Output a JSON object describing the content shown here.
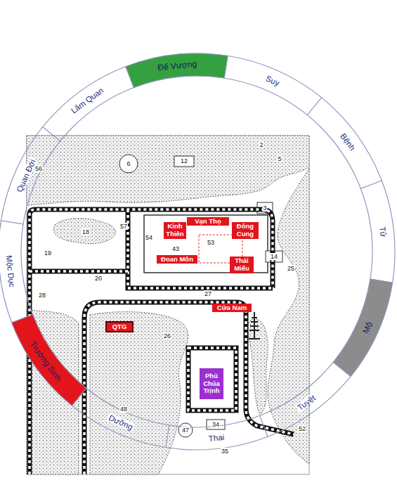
{
  "diagram": {
    "nodes": [
      {
        "text": [
          "Đế Vượng"
        ]
      },
      {
        "text": [
          "Kinh Thiên"
        ]
      },
      {
        "text": [
          "Vạn Thọ"
        ]
      },
      {
        "text": [
          "Đông Cung"
        ]
      },
      {
        "text": [
          "Thái Miếu"
        ]
      },
      {
        "text": [
          "Đoan Môn"
        ]
      },
      {
        "text": [
          "Mộ"
        ]
      },
      {
        "text": [
          "Cửa Nam"
        ]
      },
      {
        "text": [
          "QTG"
        ]
      },
      {
        "text": [
          "Trường Sinh"
        ]
      },
      {
        "text": [
          "Phủ Chúa Trịnh"
        ]
      }
    ],
    "labels": [
      "Lâm Quan",
      "Suy",
      "Quan Đới",
      "Bệnh",
      "Tử",
      "Mộc Dục",
      "Tuyệt",
      "Dưỡng",
      "Thai",
      "2",
      "12",
      "6",
      "5",
      "56",
      "3",
      "57",
      "54",
      "53",
      "18",
      "43",
      "19",
      "14",
      "25",
      "20",
      "28",
      "27",
      "26",
      "48",
      "47",
      "34",
      "52",
      "35"
    ]
  }
}
